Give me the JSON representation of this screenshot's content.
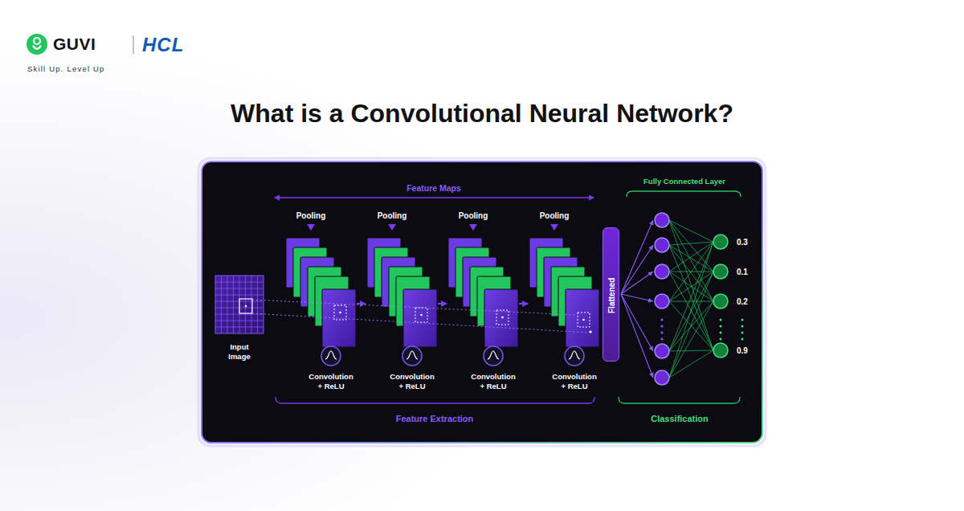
{
  "diagram": {
    "title": "What is a Convolutional Neural Network?",
    "nodes": [
      {
        "text": [
          "Input Image"
        ]
      },
      {
        "text": [
          "Pooling",
          "Convolution + ReLU"
        ]
      },
      {
        "text": [
          "Pooling",
          "Convolution + ReLU"
        ]
      },
      {
        "text": [
          "Pooling",
          "Convolution + ReLU"
        ]
      },
      {
        "text": [
          "Pooling",
          "Convolution + ReLU"
        ]
      },
      {
        "text": [
          "Flattened"
        ]
      }
    ],
    "edges": [
      {
        "from": 1,
        "to": 2,
        "arrow": "to"
      },
      {
        "from": 2,
        "to": 3,
        "arrow": "to"
      },
      {
        "from": 3,
        "to": 4,
        "arrow": "to"
      }
    ],
    "labels": [
      "GUVI",
      "HCL",
      "Skill Up. Level Up",
      "Feature Maps",
      "Fully Connected Layer",
      "0.3",
      "0.1",
      "0.2",
      "0.9",
      "Feature Extraction",
      "Classification"
    ]
  }
}
